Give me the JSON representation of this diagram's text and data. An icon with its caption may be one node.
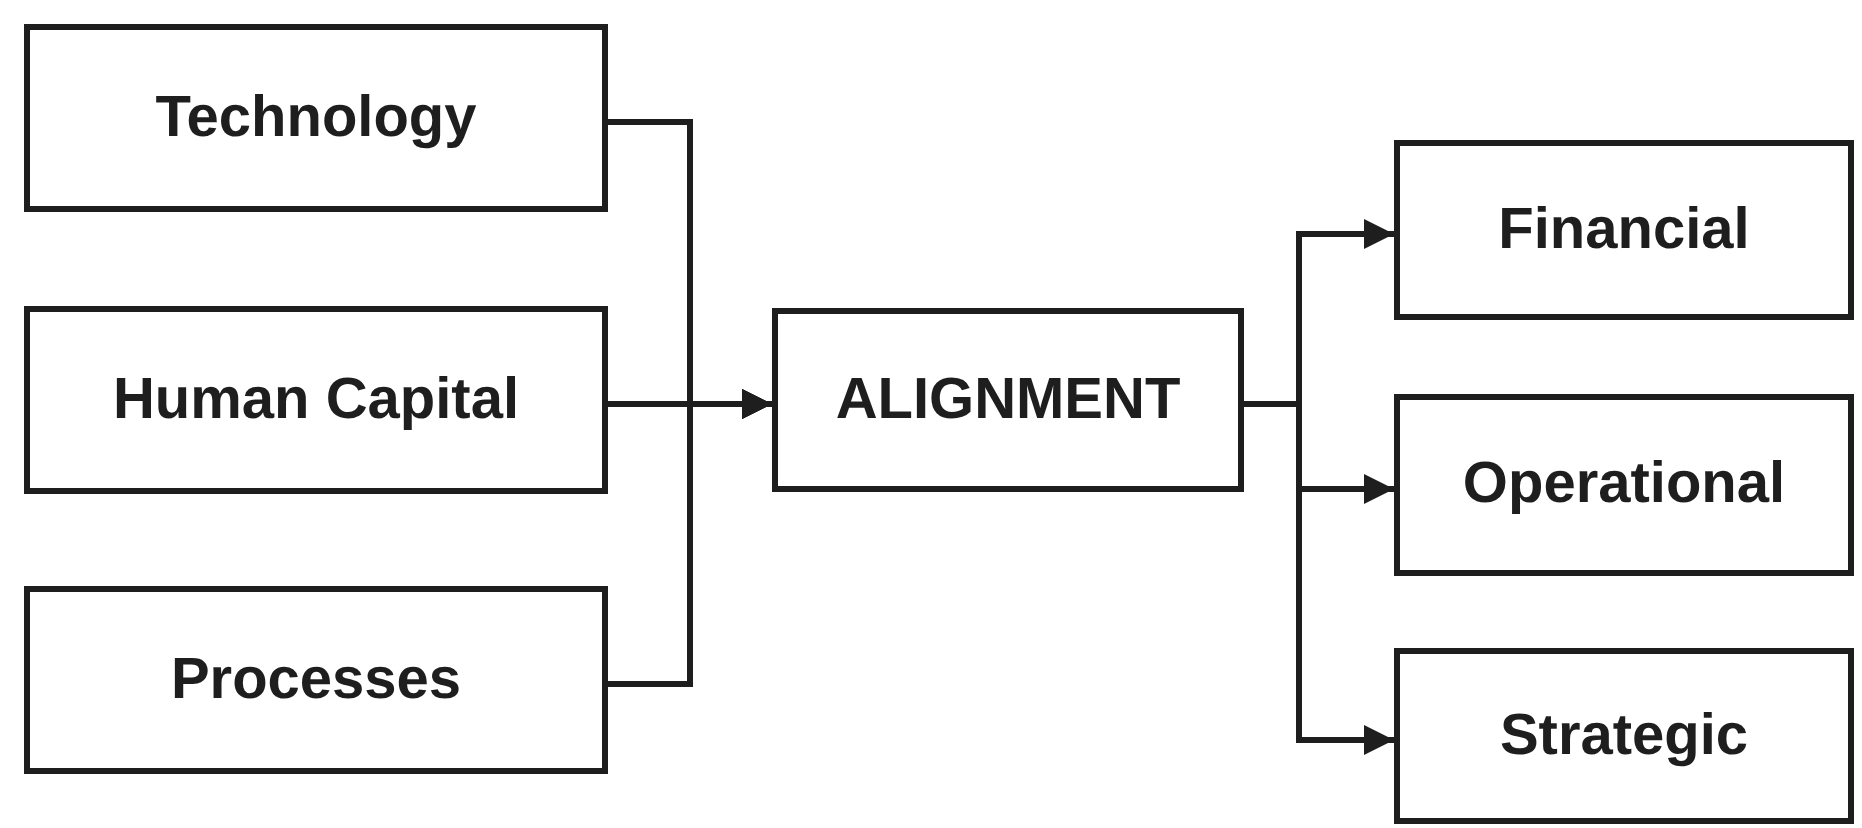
{
  "diagram": {
    "nodes": [
      {
        "text": [
          "Technology"
        ]
      },
      {
        "text": [
          "Human Capital"
        ]
      },
      {
        "text": [
          "Processes"
        ]
      },
      {
        "text": [
          "ALIGNMENT"
        ]
      },
      {
        "text": [
          "Financial"
        ]
      },
      {
        "text": [
          "Operational"
        ]
      },
      {
        "text": [
          "Strategic"
        ]
      }
    ],
    "edges": [
      {
        "from": 0,
        "to": 3,
        "arrow": "to"
      },
      {
        "from": 1,
        "to": 3,
        "arrow": "to"
      },
      {
        "from": 2,
        "to": 3,
        "arrow": "to"
      },
      {
        "from": 3,
        "to": 4,
        "arrow": "to"
      },
      {
        "from": 3,
        "to": 5,
        "arrow": "to"
      },
      {
        "from": 3,
        "to": 6,
        "arrow": "to"
      }
    ]
  }
}
